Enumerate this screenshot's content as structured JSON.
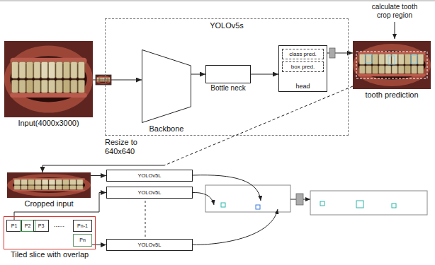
{
  "diagram": {
    "nodes": [
      {
        "text": [
          "Input(4000x3000)"
        ]
      },
      {
        "text": [
          "YOLOv5s"
        ]
      },
      {
        "text": [
          "Backbone"
        ],
        "in": 1
      },
      {
        "text": [
          "Bottle neck"
        ],
        "in": 1
      },
      {
        "text": [
          "head"
        ],
        "in": 1
      },
      {
        "text": [
          "class pred."
        ],
        "in": 4
      },
      {
        "text": [
          "box pred."
        ],
        "in": 4
      },
      {
        "text": [
          "tooth prediction"
        ]
      },
      {
        "text": [
          "Cropped input"
        ]
      },
      {
        "text": [
          "Tiled slice with overlap"
        ]
      },
      {
        "text": [
          "P1"
        ],
        "in": 9
      },
      {
        "text": [
          "P2"
        ],
        "in": 9
      },
      {
        "text": [
          "P3"
        ],
        "in": 9
      },
      {
        "text": [
          "Pn-1"
        ],
        "in": 9
      },
      {
        "text": [
          "Pn"
        ],
        "in": 9
      },
      {
        "text": [
          "YOLOv5L"
        ]
      },
      {
        "text": [
          "YOLOv5L"
        ]
      },
      {
        "text": [
          "YOLOv5L"
        ]
      }
    ],
    "edges": [
      {
        "from": 0,
        "to": 2,
        "arrow": "to"
      },
      {
        "from": 2,
        "to": 3,
        "arrow": "to"
      },
      {
        "from": 3,
        "to": 4,
        "arrow": "to"
      },
      {
        "from": 4,
        "to": 7,
        "arrow": "to"
      },
      {
        "from": 7,
        "to": 8,
        "arrow": "to"
      },
      {
        "from": 8,
        "to": 15,
        "arrow": "to"
      },
      {
        "from": 10,
        "to": 16,
        "arrow": "to"
      },
      {
        "from": 14,
        "to": 17,
        "arrow": "to"
      }
    ],
    "labels": [
      "calculate tooth crop region",
      "Resize to 640x640",
      "......"
    ]
  }
}
